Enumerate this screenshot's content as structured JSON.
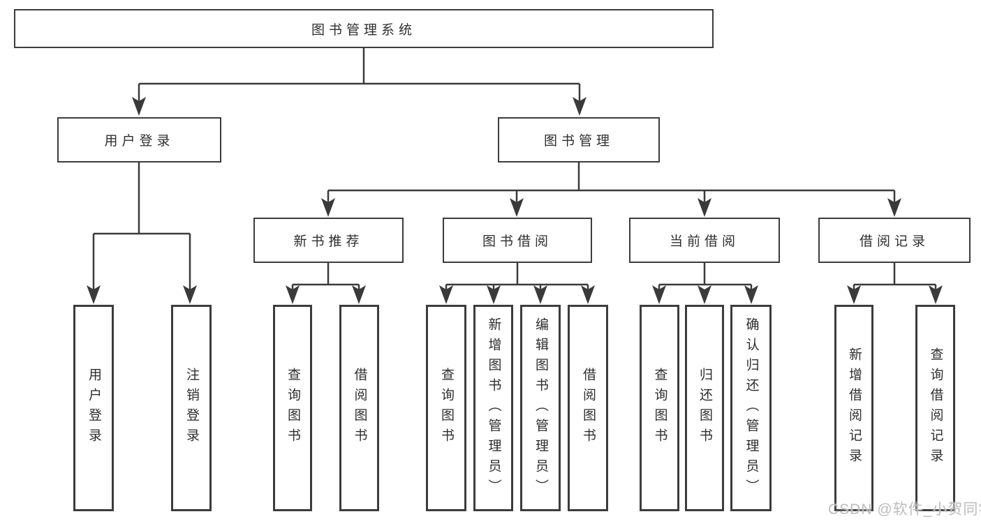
{
  "diagram": {
    "root": "图书管理系统",
    "level1": [
      "用户登录",
      "图书管理"
    ],
    "level2": [
      "新书推荐",
      "图书借阅",
      "当前借阅",
      "借阅记录"
    ],
    "leaves": {
      "user_login": [
        "用户登录",
        "注销登录"
      ],
      "new_book_recommend": [
        "查询图书",
        "借阅图书"
      ],
      "book_borrow": [
        "查询图书",
        "新增图书（管理员）",
        "编辑图书（管理员）",
        "借阅图书"
      ],
      "current_borrow": [
        "查询图书",
        "归还图书",
        "确认归还（管理员）"
      ],
      "borrow_record": [
        "新增借阅记录",
        "查询借阅记录"
      ]
    }
  },
  "watermark": "CSDN @软件_小贺同学",
  "colors": {
    "line": "#3a3a3a",
    "border": "#3c3c3c",
    "text": "#2e2e2e",
    "background": "#ffffff",
    "watermark": "#bcbcbc"
  }
}
